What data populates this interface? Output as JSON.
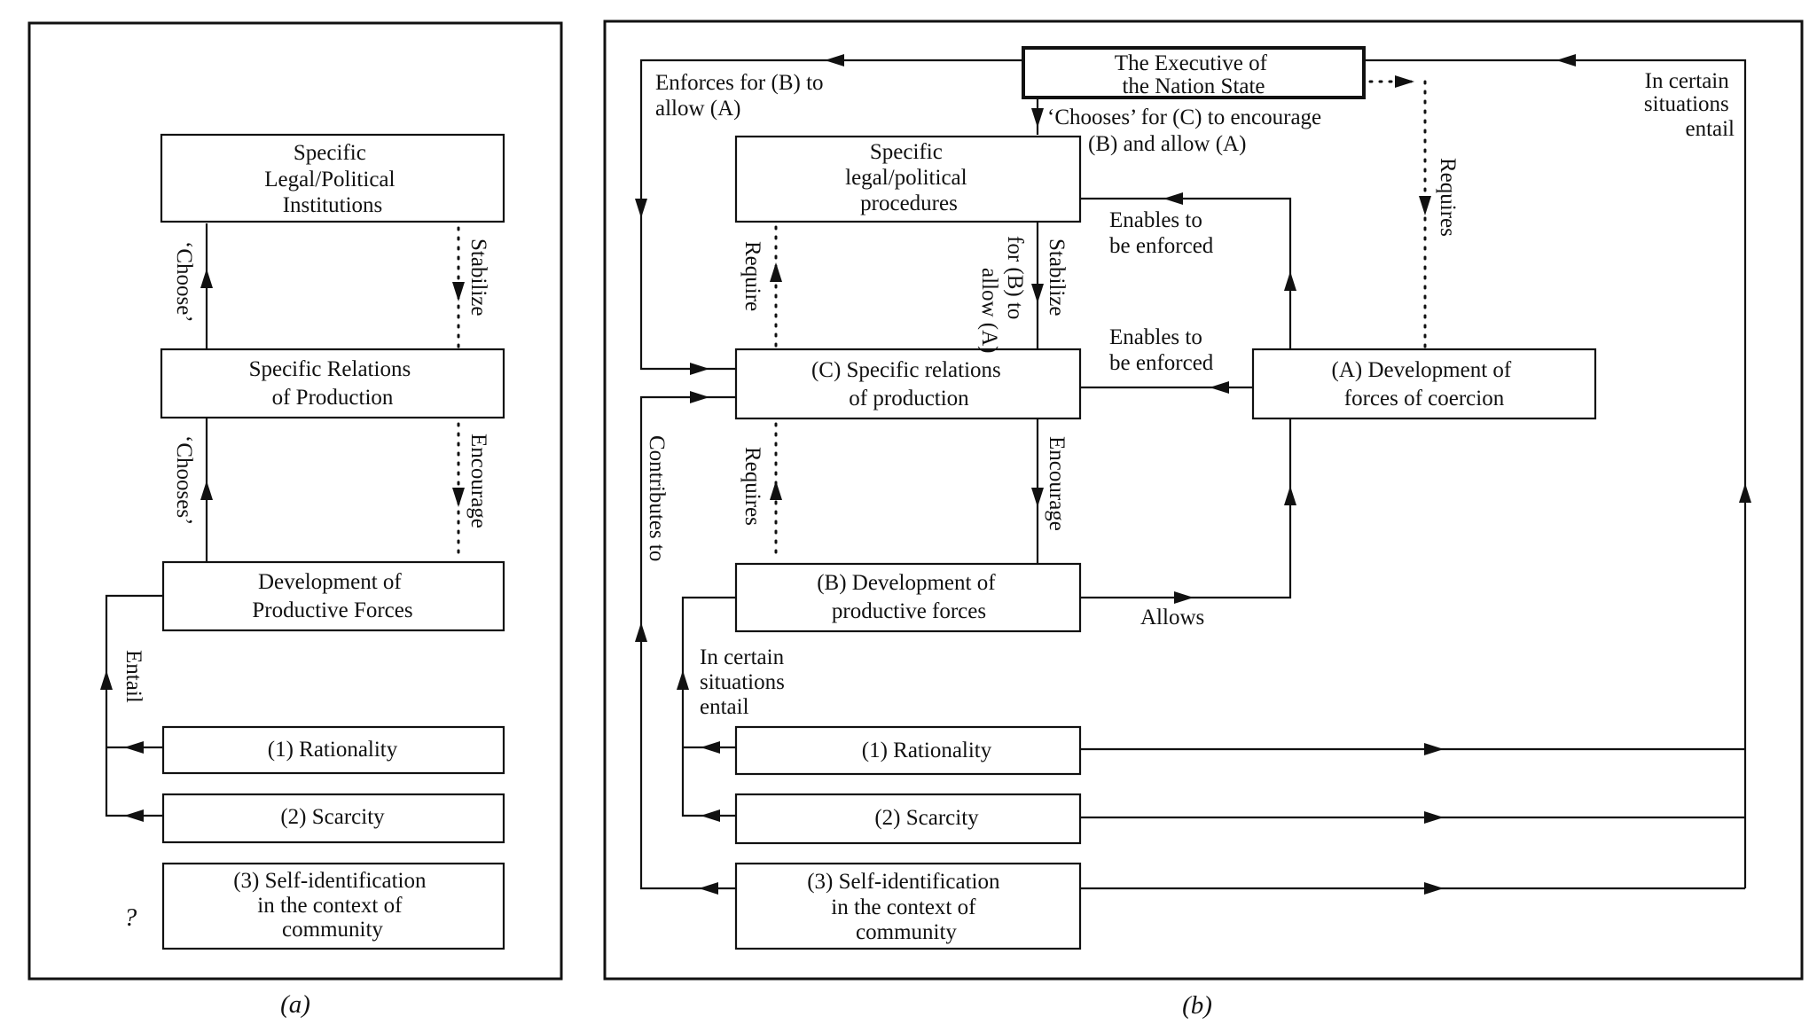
{
  "panel_a": {
    "label": "(a)",
    "boxes": {
      "institutions": [
        "Specific",
        "Legal/Political",
        "Institutions"
      ],
      "relations": [
        "Specific Relations",
        "of Production"
      ],
      "forces": [
        "Development of",
        "Productive Forces"
      ],
      "rationality": "(1)  Rationality",
      "scarcity": "(2)  Scarcity",
      "self_identification": [
        "(3)  Self-identification",
        "in the context of",
        "community"
      ]
    },
    "edges": {
      "choose": "‘Choose’",
      "stabilize": "Stabilize",
      "chooses": "‘Chooses’",
      "encourage": "Encourage",
      "entail": "Entail",
      "unknown": "?"
    }
  },
  "panel_b": {
    "label": "(b)",
    "boxes": {
      "executive": [
        "The Executive of",
        "the Nation State"
      ],
      "procedures": [
        "Specific",
        "legal/political",
        "procedures"
      ],
      "relations": [
        "(C) Specific relations",
        "of production"
      ],
      "coercion": [
        "(A)  Development of",
        "forces of coercion"
      ],
      "forces": [
        "(B) Development of",
        "productive forces"
      ],
      "rationality": "(1)  Rationality",
      "scarcity": "(2)  Scarcity",
      "self_identification": [
        "(3)  Self-identification",
        "in the context of",
        "community"
      ]
    },
    "edges": {
      "enforces": [
        "Enforces for (B) to",
        "allow (A)"
      ],
      "chooses": [
        "‘Chooses’ for (C) to encourage",
        "(B) and allow (A)"
      ],
      "in_certain_top": [
        "In certain",
        "situations",
        "entail"
      ],
      "requires_exec": "Requires",
      "enables_1": [
        "Enables to",
        "be enforced"
      ],
      "enables_2": [
        "Enables to",
        "be enforced"
      ],
      "require": "Require",
      "stabilize": "Stabilize",
      "stabilize_for": [
        "for (B) to",
        "allow (A)"
      ],
      "requires": "Requires",
      "encourage": "Encourage",
      "contributes": "Contributes to",
      "allows": "Allows",
      "in_certain_bottom": [
        "In certain",
        "situations",
        "entail"
      ]
    }
  }
}
